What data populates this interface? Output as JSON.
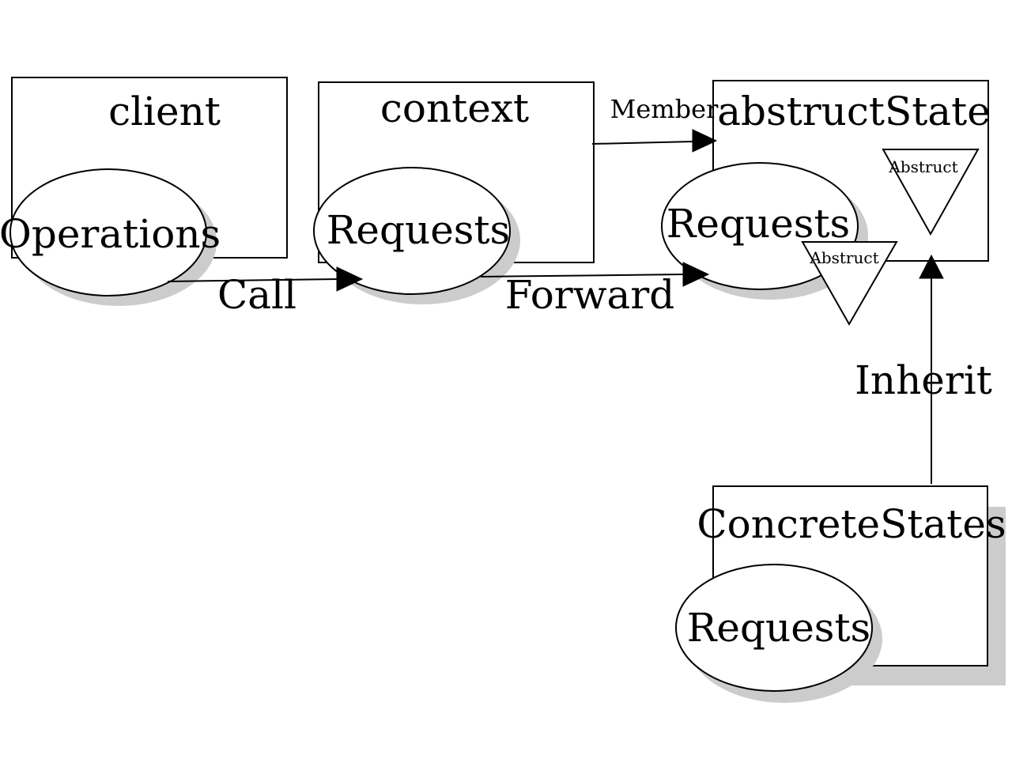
{
  "boxes": {
    "client": "client",
    "context": "context",
    "abstract_state": "abstructState",
    "concrete_states": "ConcreteStates"
  },
  "ellipses": {
    "client_method": "Operations",
    "context_method": "Requests",
    "abstract_method": "Requests",
    "concrete_method": "Requests"
  },
  "markers": {
    "abstract_class": "Abstruct",
    "abstract_method": "Abstruct"
  },
  "edges": {
    "call": "Call",
    "forward": "Forward",
    "member": "Member",
    "inherit": "Inherit"
  },
  "colors": {
    "stroke": "#000000",
    "shadow": "#cccccc",
    "fill": "#ffffff"
  }
}
